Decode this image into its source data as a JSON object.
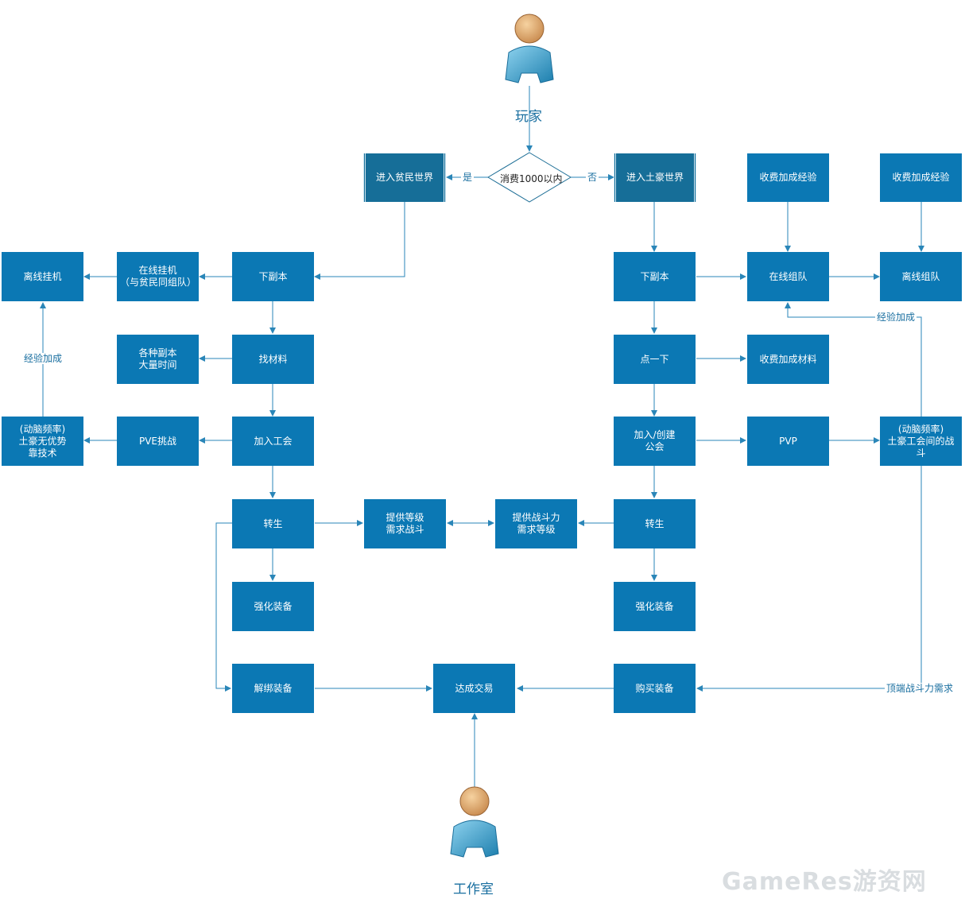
{
  "actors": {
    "player": "玩家",
    "studio": "工作室"
  },
  "decision": {
    "text": "消费1000以内",
    "yes": "是",
    "no": "否"
  },
  "poor": {
    "world": "进入贫民世界",
    "dungeon": "下副本",
    "online_idle": "在线挂机\n（与贫民同组队）",
    "offline_idle": "离线挂机",
    "find_materials": "找材料",
    "dungeon_time": "各种副本\n大量时间",
    "join_guild": "加入工会",
    "pve": "PVE挑战",
    "technique": "(动脑频率)\n土豪无优势\n靠技术",
    "rebirth": "转生",
    "enhance": "强化装备",
    "unbind": "解绑装备",
    "provide_level": "提供等级\n需求战斗",
    "exp_bonus_label": "经验加成"
  },
  "rich": {
    "world": "进入土豪世界",
    "paid_exp_1": "收费加成经验",
    "paid_exp_2": "收费加成经验",
    "dungeon": "下副本",
    "online_team": "在线组队",
    "offline_team": "离线组队",
    "click": "点一下",
    "paid_materials": "收费加成材料",
    "join_create_guild": "加入/创建\n公会",
    "pvp": "PVP",
    "guild_war": "(动脑频率)\n土豪工会间的战斗",
    "rebirth": "转生",
    "enhance": "强化装备",
    "buy_gear": "购买装备",
    "provide_power": "提供战斗力\n需求等级",
    "exp_bonus_label": "经验加成",
    "top_power_label": "顶端战斗力需求"
  },
  "trade": "达成交易",
  "watermark": "GameRes游资网",
  "colors": {
    "box": "#0b78b4",
    "box_dark": "#166e98",
    "line": "#2a86b8",
    "text": "#1a6fa0"
  }
}
